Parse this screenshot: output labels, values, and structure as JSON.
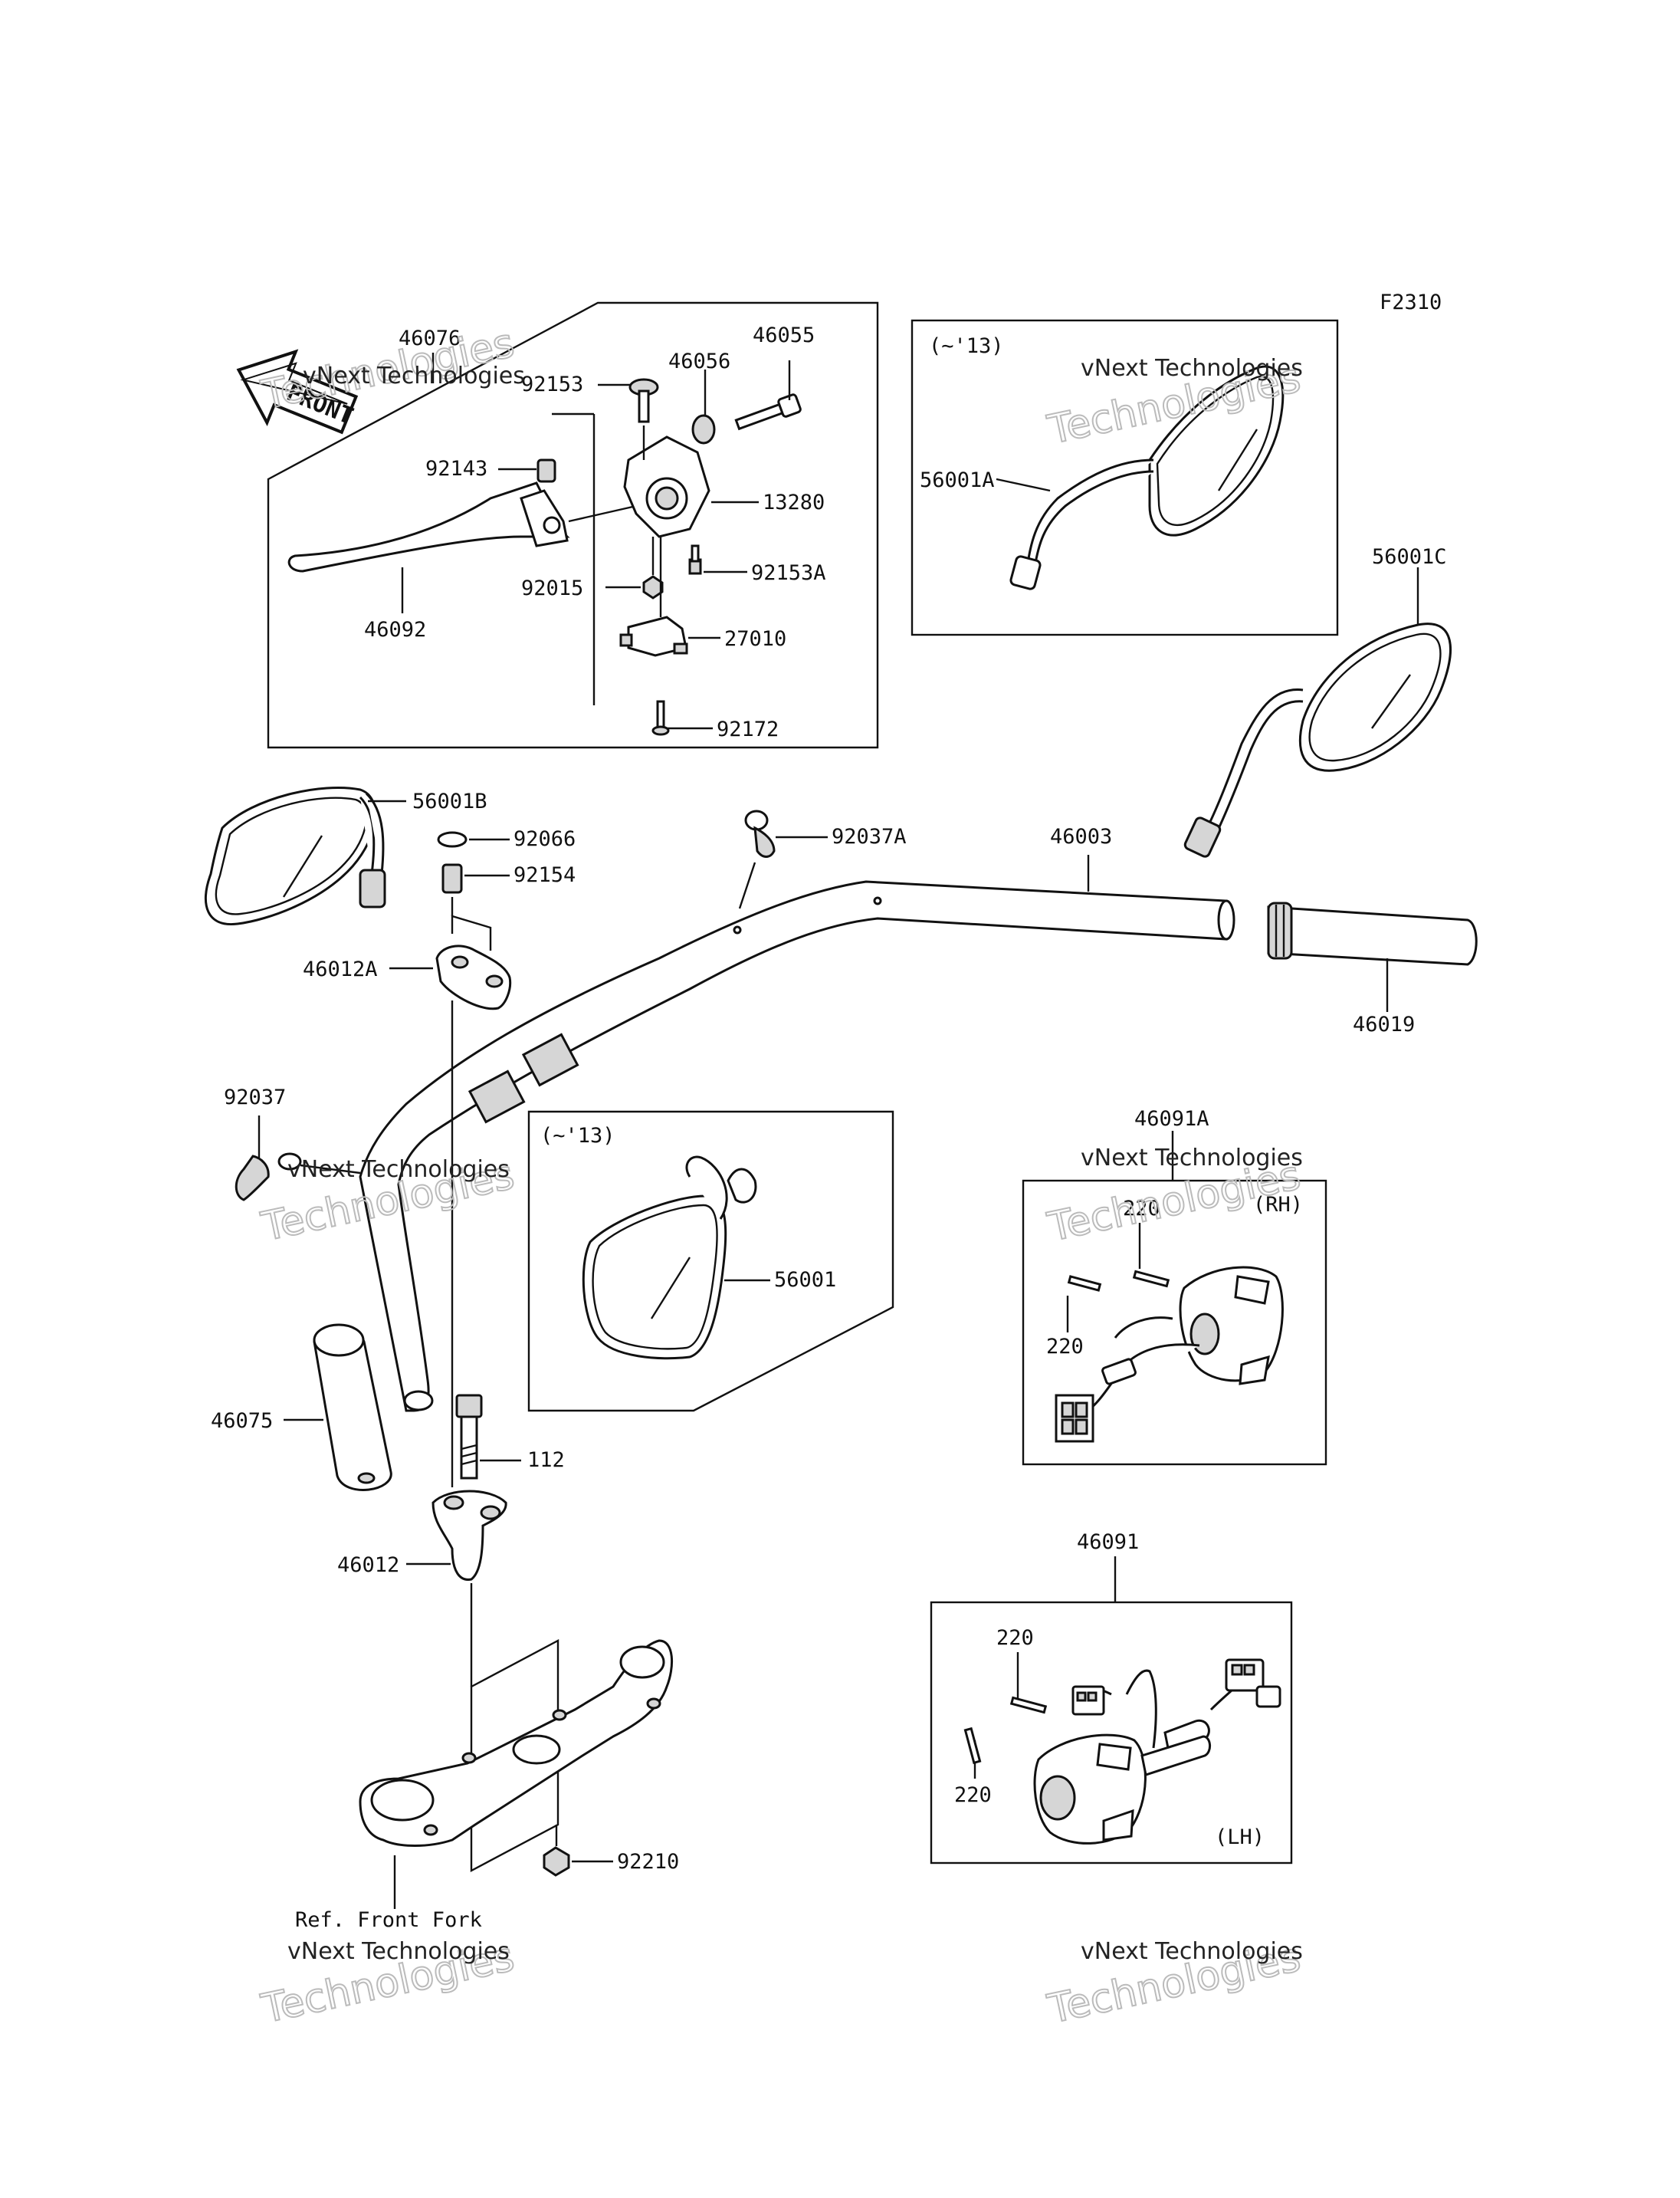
{
  "diagram_code": "F2310",
  "front_arrow": "FRONT",
  "variant_notes": {
    "to_13_a": "(~'13)",
    "to_13_b": "(~'13)",
    "rh": "(RH)",
    "lh": "(LH)"
  },
  "reference_note": "Ref. Front Fork",
  "watermark": {
    "line1": "vNext Technologies",
    "line2": "Technologies",
    "top": "vNext"
  },
  "parts": {
    "p46076": "46076",
    "p92153": "92153",
    "p46056": "46056",
    "p46055": "46055",
    "p92143": "92143",
    "p13280": "13280",
    "p92015": "92015",
    "p92153A": "92153A",
    "p46092": "46092",
    "p27010": "27010",
    "p92172": "92172",
    "p56001A": "56001A",
    "p56001C": "56001C",
    "p56001B": "56001B",
    "p92066": "92066",
    "p92154": "92154",
    "p46012A": "46012A",
    "p92037A": "92037A",
    "p46003": "46003",
    "p46019": "46019",
    "p92037": "92037",
    "p56001": "56001",
    "p46091A": "46091A",
    "p220a": "220",
    "p220b": "220",
    "p46075": "46075",
    "p112": "112",
    "p46012": "46012",
    "p46091": "46091",
    "p220c": "220",
    "p220d": "220",
    "p92210": "92210"
  }
}
